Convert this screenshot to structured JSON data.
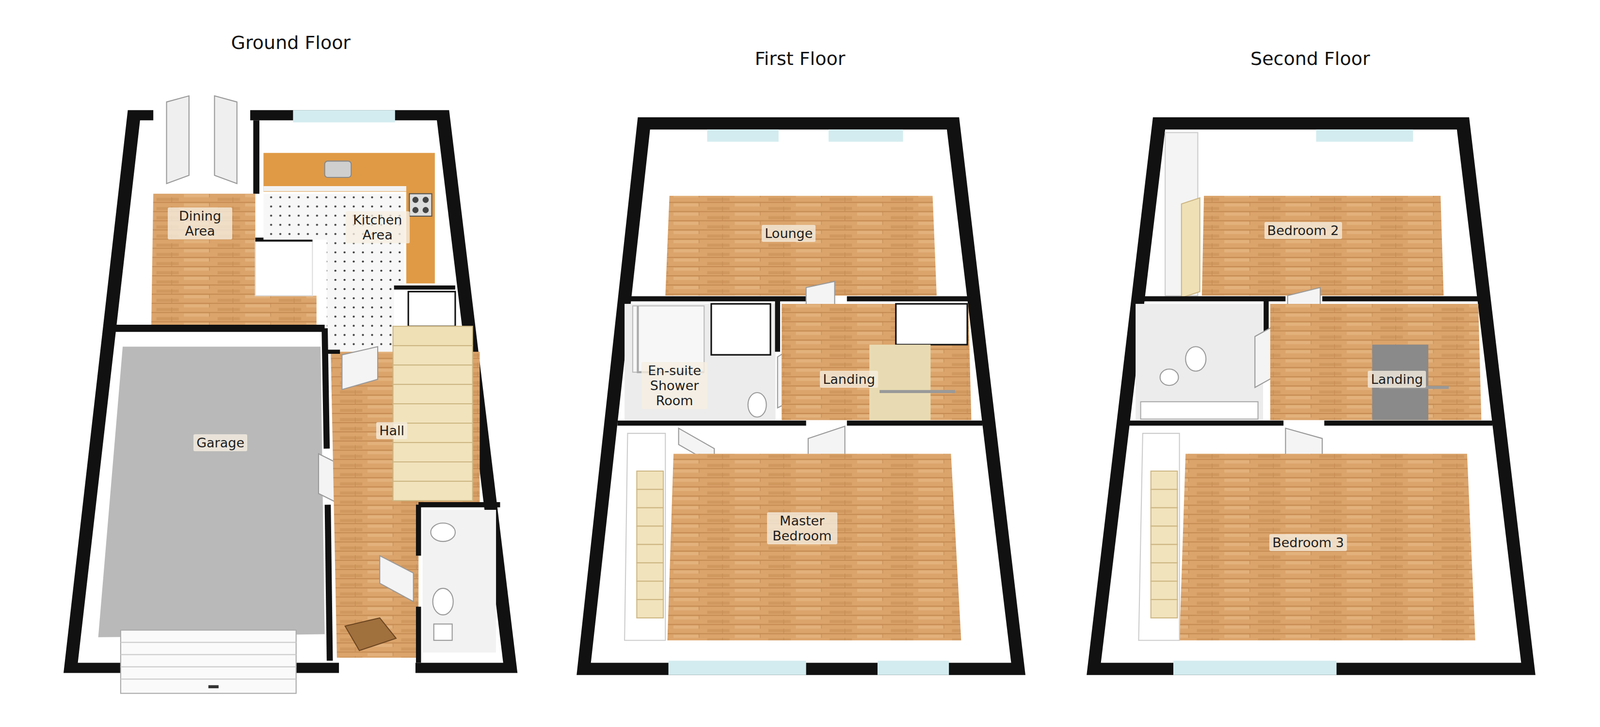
{
  "diagram": {
    "nodes": [
      {
        "text": [
          "Ground Floor"
        ]
      },
      {
        "text": [
          "Dining Area"
        ],
        "in": 0
      },
      {
        "text": [
          "Kitchen Area"
        ],
        "in": 0
      },
      {
        "text": [
          "Garage"
        ],
        "in": 0
      },
      {
        "text": [
          "Hall"
        ],
        "in": 0
      },
      {
        "text": [
          "First Floor"
        ]
      },
      {
        "text": [
          "Lounge"
        ],
        "in": 5
      },
      {
        "text": [
          "En-suite Shower Room"
        ],
        "in": 5
      },
      {
        "text": [
          "Landing"
        ],
        "in": 5
      },
      {
        "text": [
          "Master Bedroom"
        ],
        "in": 5
      },
      {
        "text": [
          "Second Floor"
        ]
      },
      {
        "text": [
          "Bedroom 2"
        ],
        "in": 10
      },
      {
        "text": [
          "Landing"
        ],
        "in": 10
      },
      {
        "text": [
          "Bedroom 3"
        ],
        "in": 10
      }
    ]
  }
}
